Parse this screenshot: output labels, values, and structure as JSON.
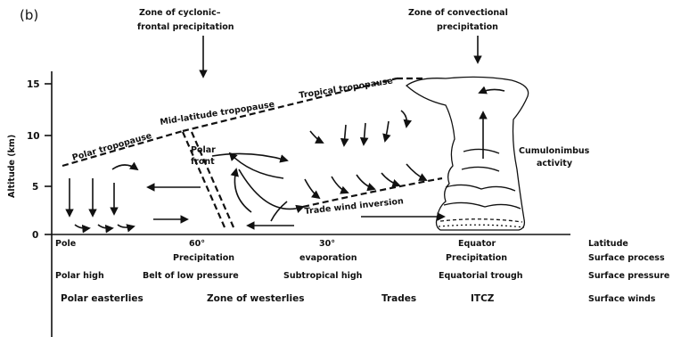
{
  "panel_label": "(b)",
  "top_labels": {
    "cyclonic_line1": "Zone of cyclonic–",
    "cyclonic_line2": "frontal precipitation",
    "convectional_line1": "Zone of convectional",
    "convectional_line2": "precipitation"
  },
  "y_axis": {
    "label": "Altitude (km)",
    "ticks": [
      "15",
      "10",
      "5",
      "0"
    ],
    "tick_values": [
      15,
      10,
      5,
      0
    ]
  },
  "diagram_labels": {
    "tropical_tropopause": "Tropical tropopause",
    "mid_latitude_tropopause": "Mid-latitude tropopause",
    "polar_tropopause": "Polar tropopause",
    "polar_front_line1": "Polar",
    "polar_front_line2": "front",
    "cumulonimbus_line1": "Cumulonimbus",
    "cumulonimbus_line2": "activity",
    "trade_wind_inversion": "Trade wind inversion"
  },
  "latitude_row": {
    "pole": "Pole",
    "sixty": "60°",
    "thirty": "30°",
    "equator": "Equator",
    "legend": "Latitude"
  },
  "process_row": {
    "precip_60": "Precipitation",
    "evap_30": "evaporation",
    "precip_eq": "Precipitation",
    "legend": "Surface process"
  },
  "pressure_row": {
    "polar_high": "Polar high",
    "low_belt": "Belt of low pressure",
    "subtropical_high": "Subtropical high",
    "equatorial_trough": "Equatorial trough",
    "legend": "Surface pressure"
  },
  "winds_row": {
    "polar_easterlies": "Polar easterlies",
    "westerlies": "Zone of westerlies",
    "trades": "Trades",
    "itcz": "ITCZ",
    "legend": "Surface winds"
  }
}
